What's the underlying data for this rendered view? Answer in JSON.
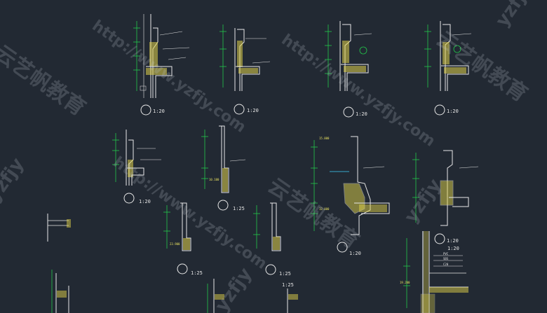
{
  "colors": {
    "background": "#222933",
    "line": "#e8e8e8",
    "dimension": "#22c84a",
    "hatch": "#e0d24a",
    "accent": "#3fd0ff",
    "watermark": "#b9c0c8"
  },
  "watermark": {
    "cn": "云艺帆教育",
    "url": "http://www.yzfjy.com",
    "brand": "yzfjy"
  },
  "details": [
    {
      "scale": "1:20"
    },
    {
      "scale": "1:20"
    },
    {
      "scale": "1:20"
    },
    {
      "scale": "1:20"
    },
    {
      "scale": "1:20"
    },
    {
      "scale": "1:25"
    },
    {
      "scale": "1:20"
    },
    {
      "scale": "1:20"
    },
    {
      "scale": "1:25"
    },
    {
      "scale": "1:25"
    },
    {
      "scale": "1:25"
    },
    {
      "scale": "1:20"
    }
  ],
  "levels": {
    "a": "15.000",
    "b": "10.100",
    "c": "23.900",
    "d": "12.000",
    "e": "19.200"
  },
  "notes": {
    "n1": "PVC",
    "n2": "SBS",
    "n3": "C20"
  }
}
